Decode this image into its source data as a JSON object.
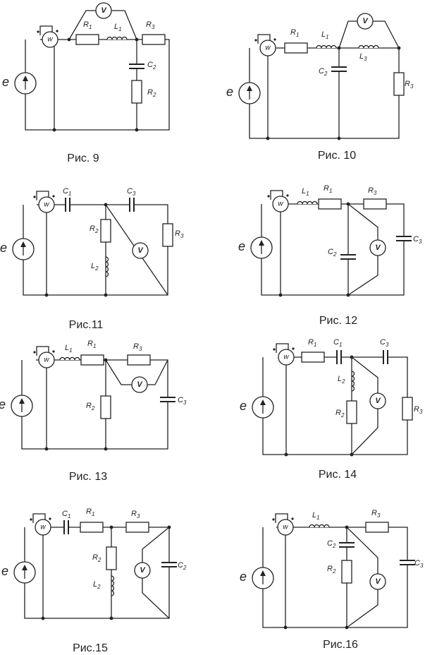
{
  "figures": [
    {
      "id": "fig9",
      "caption": "Рис. 9",
      "labels": {
        "e": "e",
        "w": "w",
        "v": "V",
        "r1": [
          "R",
          "1"
        ],
        "l1": [
          "L",
          "1"
        ],
        "r3": [
          "R",
          "3"
        ],
        "c2": [
          "C",
          "2"
        ],
        "r2": [
          "R",
          "2"
        ]
      }
    },
    {
      "id": "fig10",
      "caption": "Рис. 10",
      "labels": {
        "e": "e",
        "w": "w",
        "v": "V",
        "r1": [
          "R",
          "1"
        ],
        "l1": [
          "L",
          "1"
        ],
        "l3": [
          "L",
          "3"
        ],
        "c2": [
          "C",
          "2"
        ],
        "r3": [
          "R",
          "3"
        ]
      }
    },
    {
      "id": "fig11",
      "caption": "Рис.11",
      "labels": {
        "e": "e",
        "w": "w",
        "v": "V",
        "c1": [
          "C",
          "1"
        ],
        "c3": [
          "C",
          "3"
        ],
        "r2": [
          "R",
          "2"
        ],
        "l2": [
          "L",
          "2"
        ],
        "r3": [
          "R",
          "3"
        ]
      }
    },
    {
      "id": "fig12",
      "caption": "Рис. 12",
      "labels": {
        "e": "e",
        "w": "w",
        "v": "V",
        "l1": [
          "L",
          "1"
        ],
        "r1": [
          "R",
          "1"
        ],
        "r3": [
          "R",
          "3"
        ],
        "c2": [
          "C",
          "2"
        ],
        "c3": [
          "C",
          "3"
        ]
      }
    },
    {
      "id": "fig13",
      "caption": "Рис. 13",
      "labels": {
        "e": "e",
        "w": "w",
        "v": "V",
        "l1": [
          "L",
          "1"
        ],
        "r1": [
          "R",
          "1"
        ],
        "r3": [
          "R",
          "3"
        ],
        "r2": [
          "R",
          "2"
        ],
        "c3": [
          "C",
          "3"
        ]
      }
    },
    {
      "id": "fig14",
      "caption": "Рис. 14",
      "labels": {
        "e": "e",
        "w": "w",
        "v": "V",
        "r1": [
          "R",
          "1"
        ],
        "c1": [
          "C",
          "1"
        ],
        "c3": [
          "C",
          "3"
        ],
        "l2": [
          "L",
          "2"
        ],
        "r2": [
          "R",
          "2"
        ],
        "r3": [
          "R",
          "3"
        ]
      }
    },
    {
      "id": "fig15",
      "caption": "Рис.15",
      "labels": {
        "e": "e",
        "w": "w",
        "v": "V",
        "c1": [
          "C",
          "1"
        ],
        "r1": [
          "R",
          "1"
        ],
        "r3": [
          "R",
          "3"
        ],
        "r2": [
          "R",
          "2"
        ],
        "l2": [
          "L",
          "2"
        ],
        "c2": [
          "C",
          "2"
        ]
      }
    },
    {
      "id": "fig16",
      "caption": "Рис.16",
      "labels": {
        "e": "e",
        "w": "w",
        "v": "V",
        "l1": [
          "L",
          "1"
        ],
        "r3": [
          "R",
          "3"
        ],
        "c2": [
          "C",
          "2"
        ],
        "r2": [
          "R",
          "2"
        ],
        "c3": [
          "C",
          "3"
        ]
      }
    }
  ]
}
